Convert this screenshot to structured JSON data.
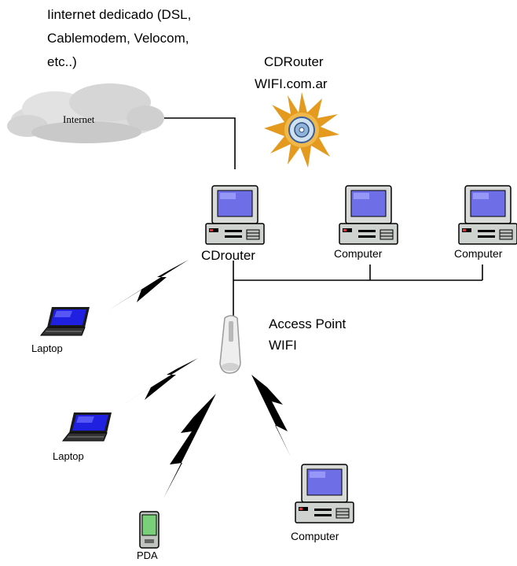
{
  "header": {
    "internet_note_line1": "Iinternet dedicado (DSL,",
    "internet_note_line2": "Cablemodem, Velocom,",
    "internet_note_line3": "etc..)",
    "brand_line1": "CDRouter",
    "brand_line2": "WIFI.com.ar"
  },
  "nodes": {
    "internet": "Internet",
    "cdrouter": "CDrouter",
    "computer_1": "Computer",
    "computer_2": "Computer",
    "access_point_line1": "Access Point",
    "access_point_line2": "WIFI",
    "laptop_1": "Laptop",
    "laptop_2": "Laptop",
    "pda": "PDA",
    "computer_3": "Computer"
  },
  "colors": {
    "line": "#000000",
    "cloud": "#d9d9d9",
    "screen": "#6e6ee6",
    "case": "#cfd3cf",
    "sun": "#e39a1f"
  },
  "icons": {
    "cloud": "cloud-icon",
    "sun_cd": "sun-cd-icon",
    "desktop": "desktop-computer-icon",
    "laptop": "laptop-icon",
    "pda": "pda-icon",
    "access_point": "access-point-icon",
    "wireless": "lightning-bolt-icon"
  }
}
